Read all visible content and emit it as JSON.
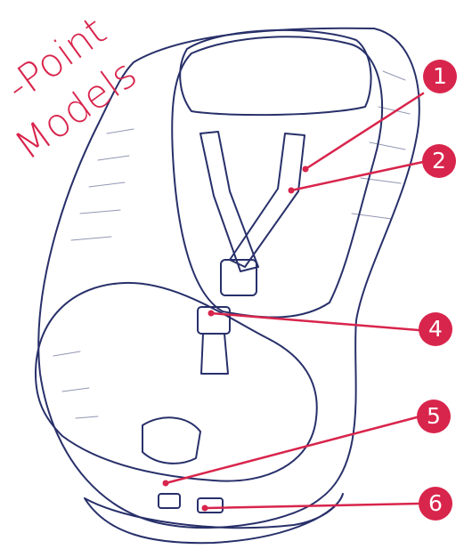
{
  "heading": {
    "lines": [
      "-Point",
      "Models"
    ]
  },
  "callouts": [
    {
      "number": "1"
    },
    {
      "number": "2"
    },
    {
      "number": "4"
    },
    {
      "number": "5"
    },
    {
      "number": "6"
    }
  ],
  "colors": {
    "accent": "#d8254c",
    "ink": "#28306a",
    "upholstery": "#eceef7"
  }
}
